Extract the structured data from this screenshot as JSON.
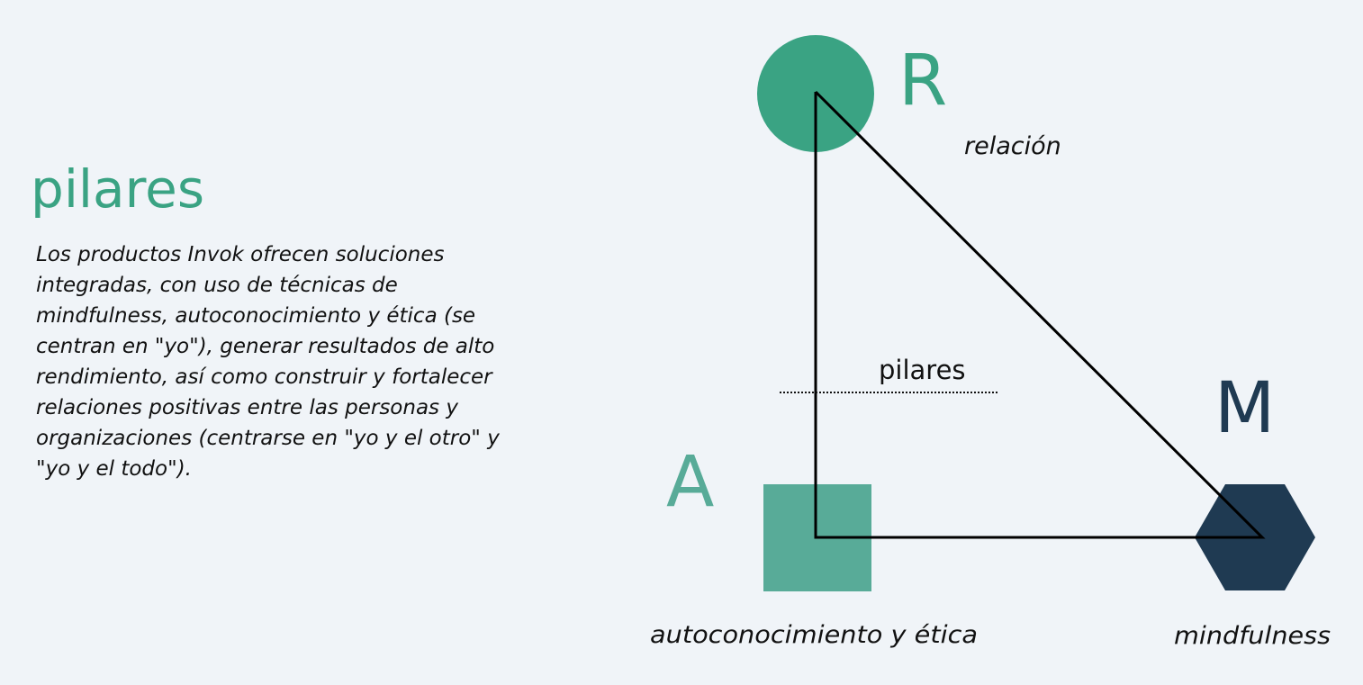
{
  "heading": "pilares",
  "description": "Los productos Invok ofrecen soluciones integradas, con uso de técnicas de mindfulness, autoconocimiento y ética (se centran en \"yo\"), generar resultados de alto rendimiento, así como construir y fortalecer relaciones positivas entre las personas y organizaciones (centrarse en \"yo y el otro\" y \"yo y el todo\").",
  "diagram": {
    "center_label": "pilares",
    "pillars": [
      {
        "letter": "R",
        "label": "relación",
        "shape": "circle",
        "color": "#3aa383"
      },
      {
        "letter": "A",
        "label": "autoconocimiento y ética",
        "shape": "square",
        "color": "#58ab98"
      },
      {
        "letter": "M",
        "label": "mindfulness",
        "shape": "hexagon",
        "color": "#1f3a52"
      }
    ],
    "line_color": "#000000"
  }
}
